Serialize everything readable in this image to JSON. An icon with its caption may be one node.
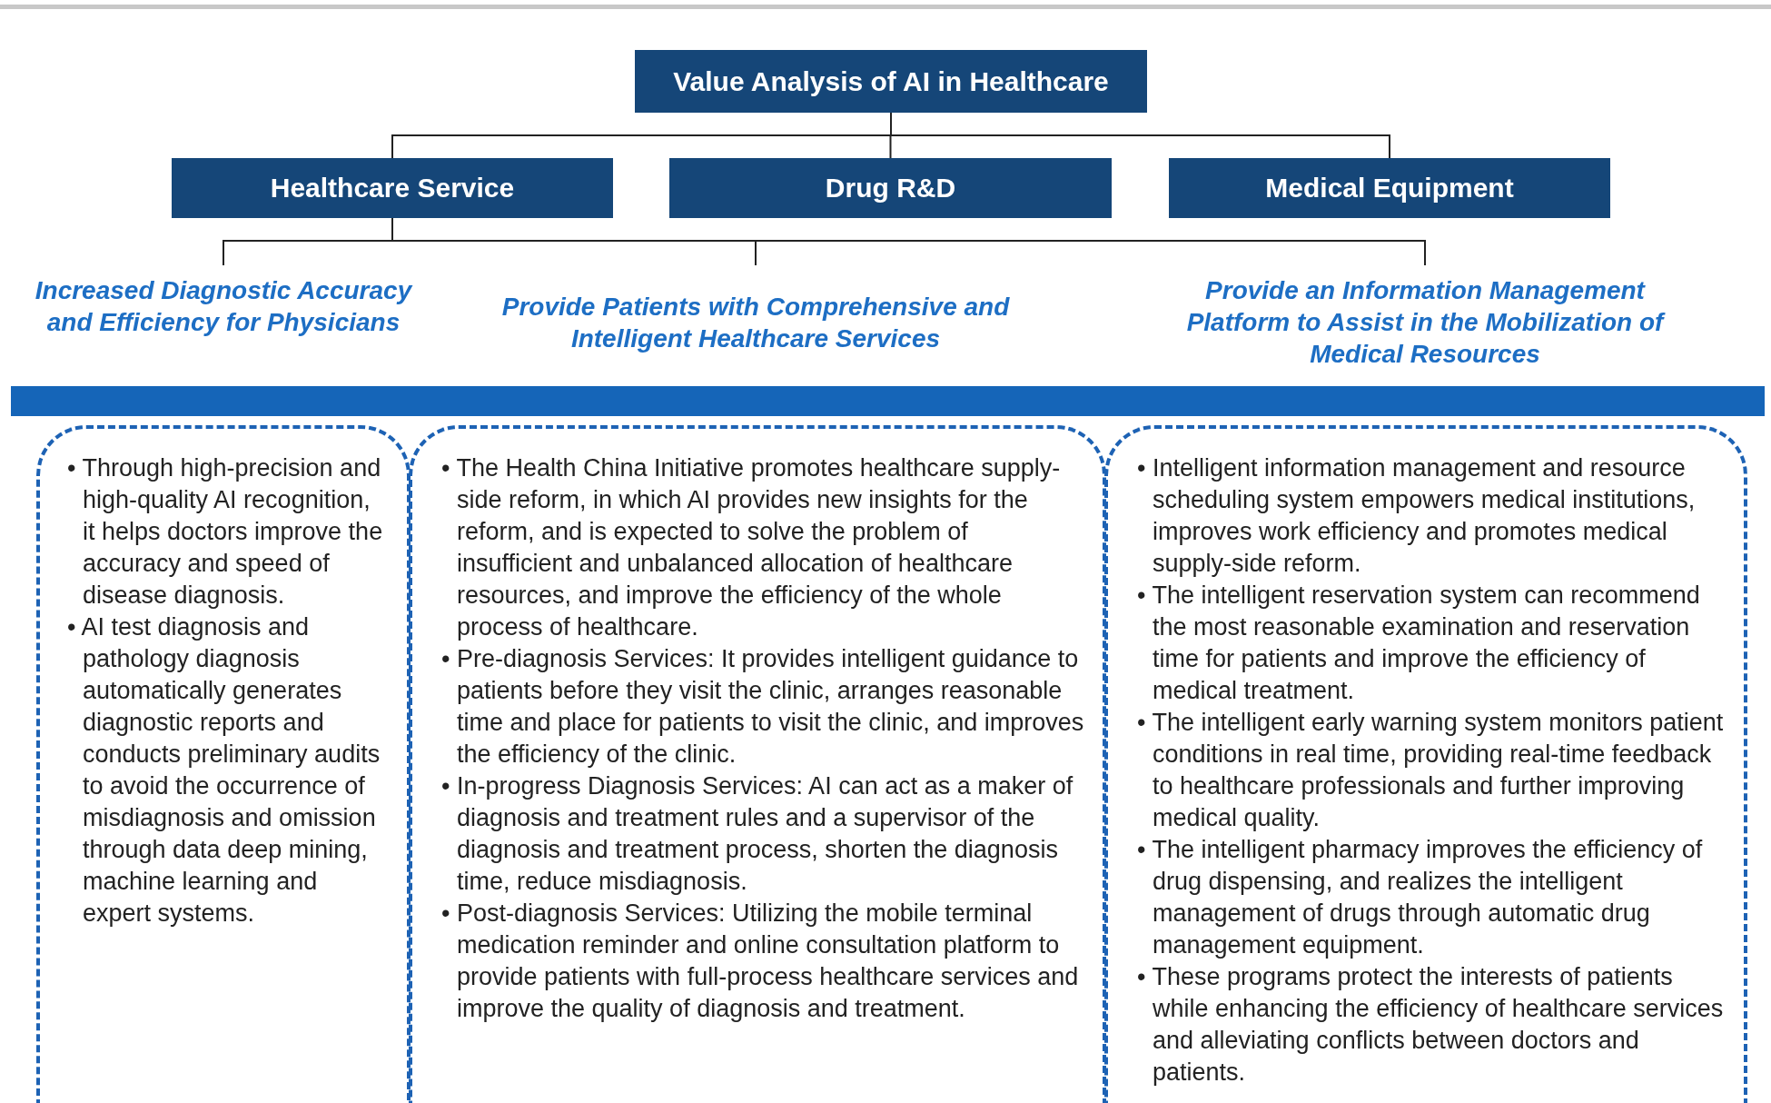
{
  "diagram": {
    "nodes": [
      {
        "text": [
          "Value Analysis of AI in Healthcare"
        ]
      },
      {
        "text": [
          "Healthcare Service"
        ]
      },
      {
        "text": [
          "Drug R&D"
        ]
      },
      {
        "text": [
          "Medical Equipment"
        ]
      },
      {
        "text": [
          "Increased Diagnostic Accuracy and Efficiency for Physicians"
        ]
      },
      {
        "text": [
          "Provide Patients with Comprehensive and Intelligent Healthcare Services"
        ]
      },
      {
        "text": [
          "Provide an Information Management Platform to Assist in the Mobilization of Medical Resources"
        ]
      },
      {
        "text": [],
        "shape": "bar"
      },
      {
        "text": [
          "• Through high-precision and high-quality AI recognition, it helps doctors improve the accuracy and speed of disease diagnosis.",
          "• AI test diagnosis and pathology diagnosis automatically generates diagnostic reports and conducts preliminary audits to avoid the occurrence of misdiagnosis and omission through data deep mining, machine learning and expert systems."
        ]
      },
      {
        "text": [
          "• The Health China Initiative promotes healthcare supply-side reform, in which AI provides new insights for the reform, and is expected to solve the problem of insufficient and unbalanced allocation of healthcare resources, and improve the efficiency of the whole process of healthcare.",
          "• Pre-diagnosis Services: It provides intelligent guidance to patients before they visit the clinic, arranges reasonable time and place for patients to visit the clinic, and improves the efficiency of the clinic.",
          "• In-progress Diagnosis Services: AI can act as a maker of diagnosis and treatment rules and a supervisor of the diagnosis and treatment process, shorten the diagnosis time, reduce misdiagnosis.",
          "• Post-diagnosis Services: Utilizing the mobile terminal medication reminder and online consultation platform to provide patients with full-process healthcare services and improve the quality of diagnosis and treatment."
        ]
      },
      {
        "text": [
          "• Intelligent information management and resource scheduling system empowers medical institutions, improves work efficiency and promotes medical supply-side reform.",
          "• The intelligent reservation system can recommend the most reasonable examination and reservation time for patients and improve the efficiency of medical treatment.",
          "• The intelligent early warning system monitors patient conditions in real time, providing real-time feedback to healthcare professionals and further improving medical quality.",
          "• The intelligent pharmacy improves the efficiency of drug dispensing, and realizes the intelligent management of drugs through automatic drug management equipment.",
          "• These programs protect the interests of patients while enhancing the efficiency of healthcare services and alleviating conflicts between doctors and patients."
        ]
      }
    ],
    "edges": [
      {
        "from": 0,
        "to": 1,
        "arrow": "none"
      },
      {
        "from": 0,
        "to": 2,
        "arrow": "none"
      },
      {
        "from": 0,
        "to": 3,
        "arrow": "none"
      },
      {
        "from": 1,
        "to": 4,
        "arrow": "none"
      },
      {
        "from": 1,
        "to": 5,
        "arrow": "none"
      },
      {
        "from": 1,
        "to": 6,
        "arrow": "none"
      }
    ]
  }
}
